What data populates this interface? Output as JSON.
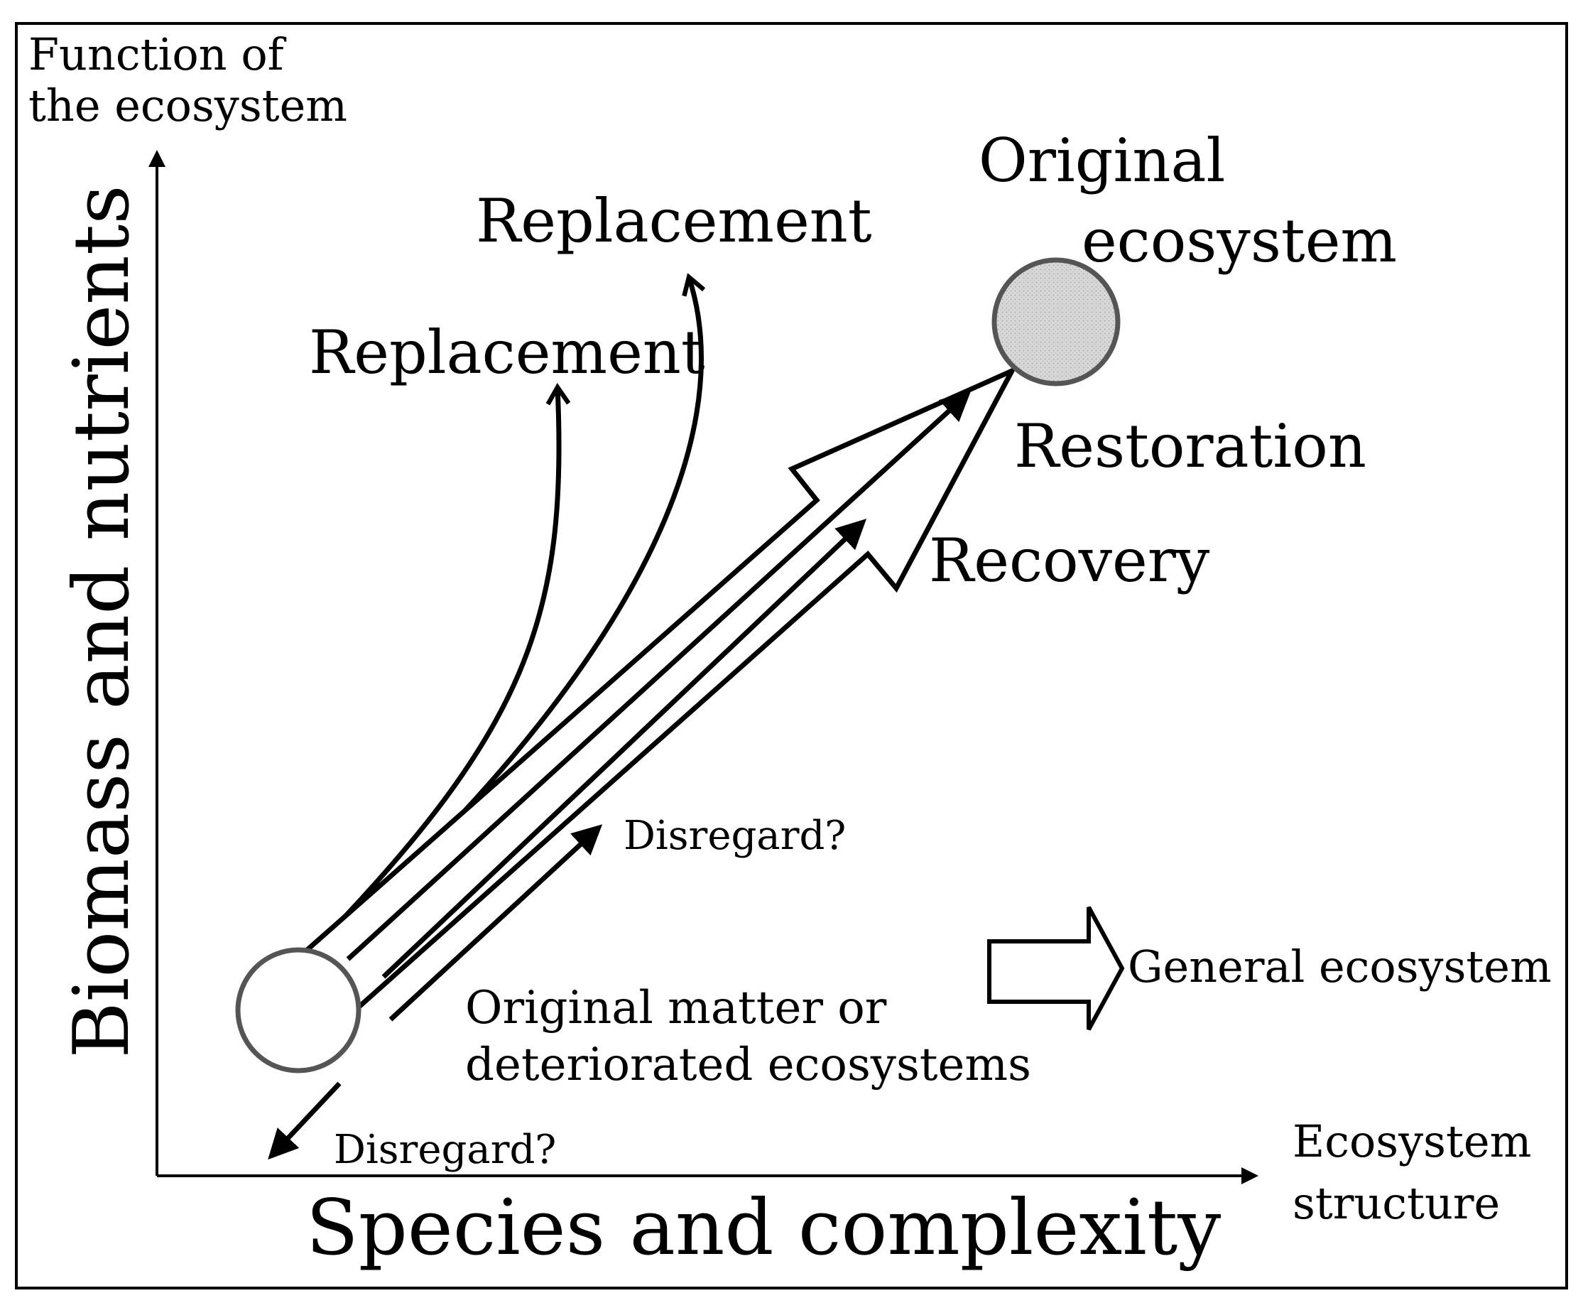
{
  "axes": {
    "y_top_label": [
      "Function of",
      "the ecosystem"
    ],
    "y_side_label": "Biomass and nutrients",
    "x_bottom_label": "Species and complexity",
    "x_end_label": [
      "Ecosystem",
      "structure"
    ]
  },
  "nodes": {
    "original": [
      "Original",
      "ecosystem"
    ],
    "degraded": [
      "Original matter or",
      "deteriorated ecosystems"
    ]
  },
  "pathways": {
    "replacement_upper": "Replacement",
    "replacement_lower": "Replacement",
    "restoration": "Restoration",
    "recovery": "Recovery",
    "disregard_forward": "Disregard?",
    "disregard_backward": "Disregard?"
  },
  "legend": {
    "general_ecosystem": "General ecosystem"
  },
  "colors": {
    "line": "#000000",
    "circle_stroke": "#555555",
    "original_fill": "#d9d9d9"
  }
}
